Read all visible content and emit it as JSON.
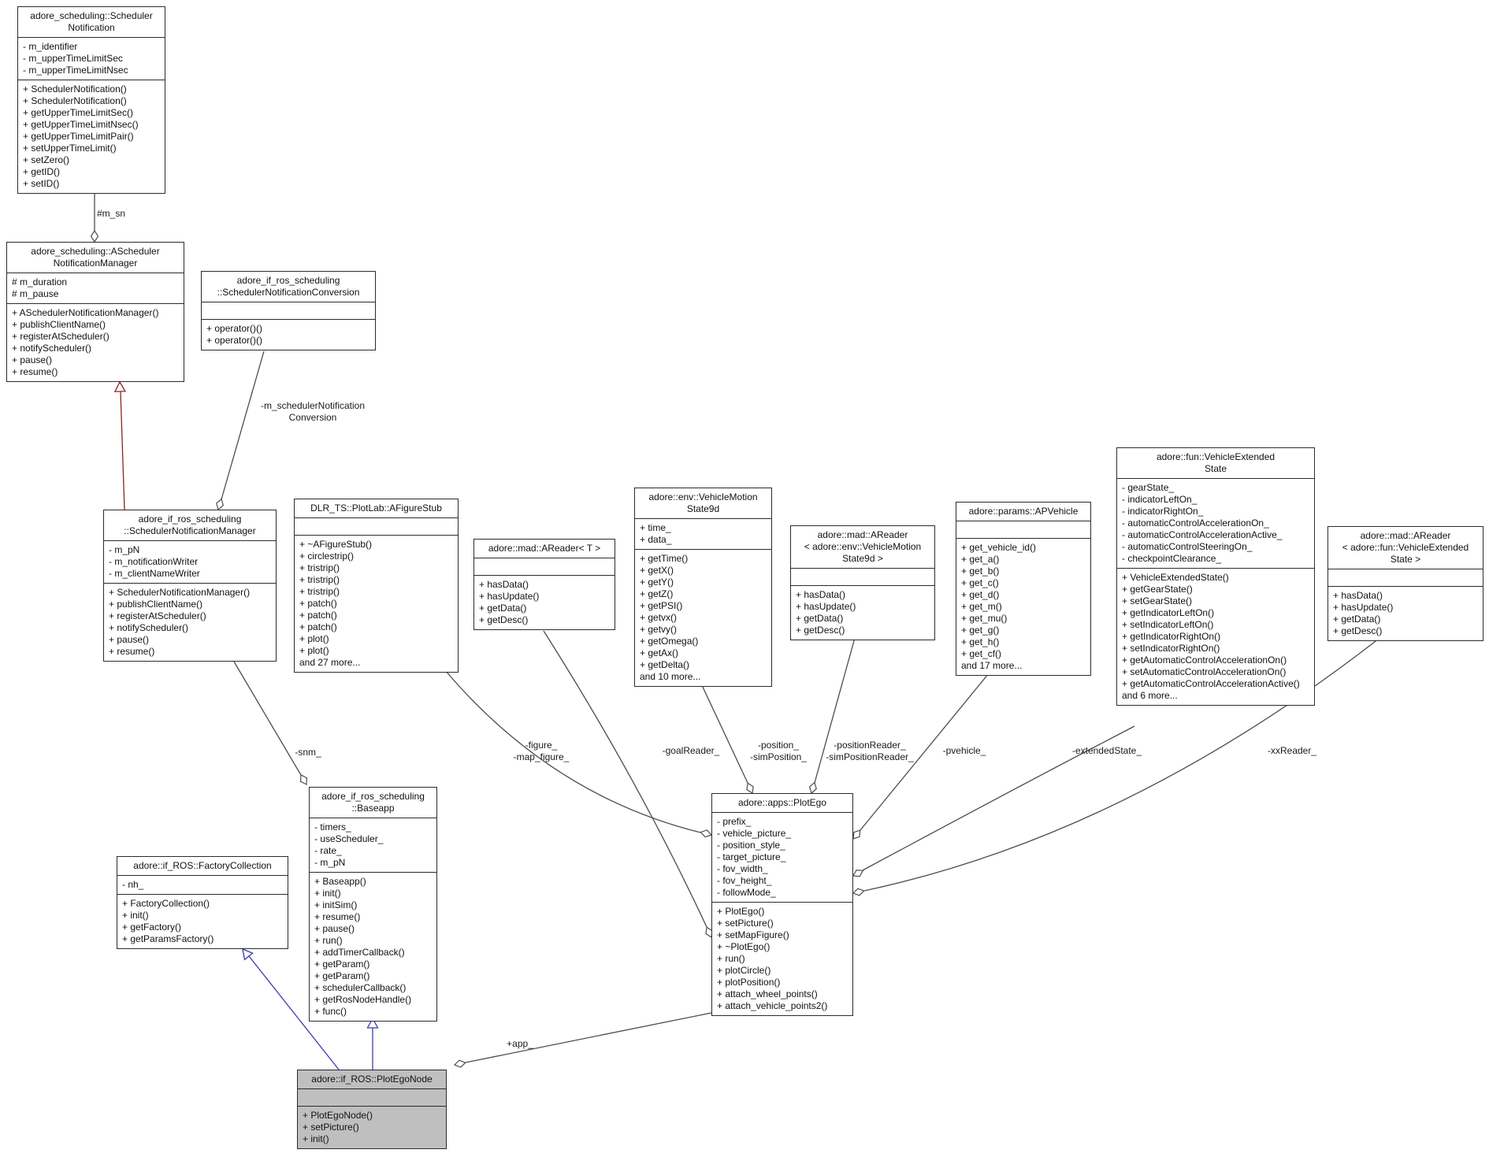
{
  "colors": {
    "line": "#4c4c4c",
    "box_border": "#2b2b2b",
    "generalization_red": "#8b2323",
    "generalization_blue": "#3b3bac",
    "highlight_fill": "#bfbfbf"
  },
  "diagram": {
    "classes": [
      {
        "id": "scheduler-notification",
        "title_lines": [
          "adore_scheduling::Scheduler",
          "Notification"
        ],
        "attributes": [
          "- m_identifier",
          "- m_upperTimeLimitSec",
          "- m_upperTimeLimitNsec"
        ],
        "methods": [
          "+ SchedulerNotification()",
          "+ SchedulerNotification()",
          "+ getUpperTimeLimitSec()",
          "+ getUpperTimeLimitNsec()",
          "+ getUpperTimeLimitPair()",
          "+ setUpperTimeLimit()",
          "+ setZero()",
          "+ getID()",
          "+ setID()"
        ]
      },
      {
        "id": "ascheduler-notification-manager",
        "title_lines": [
          "adore_scheduling::AScheduler",
          "NotificationManager"
        ],
        "attributes": [
          "# m_duration",
          "# m_pause"
        ],
        "methods": [
          "+ ASchedulerNotificationManager()",
          "+ publishClientName()",
          "+ registerAtScheduler()",
          "+ notifyScheduler()",
          "+ pause()",
          "+ resume()"
        ]
      },
      {
        "id": "scheduler-notification-conversion",
        "title_lines": [
          "adore_if_ros_scheduling",
          "::SchedulerNotificationConversion"
        ],
        "attributes": [],
        "methods": [
          "+ operator()()",
          "+ operator()()"
        ]
      },
      {
        "id": "scheduler-notification-manager",
        "title_lines": [
          "adore_if_ros_scheduling",
          "::SchedulerNotificationManager"
        ],
        "attributes": [
          "- m_pN",
          "- m_notificationWriter",
          "- m_clientNameWriter"
        ],
        "methods": [
          "+ SchedulerNotificationManager()",
          "+ publishClientName()",
          "+ registerAtScheduler()",
          "+ notifyScheduler()",
          "+ pause()",
          "+ resume()"
        ]
      },
      {
        "id": "afigure-stub",
        "title_lines": [
          "DLR_TS::PlotLab::AFigureStub"
        ],
        "attributes": [],
        "methods": [
          "+ ~AFigureStub()",
          "+ circlestrip()",
          "+ tristrip()",
          "+ tristrip()",
          "+ tristrip()",
          "+ patch()",
          "+ patch()",
          "+ patch()",
          "+ plot()",
          "+ plot()",
          "and 27 more..."
        ]
      },
      {
        "id": "areader-t",
        "title_lines": [
          "adore::mad::AReader< T >"
        ],
        "attributes": [],
        "methods": [
          "+ hasData()",
          "+ hasUpdate()",
          "+ getData()",
          "+ getDesc()"
        ]
      },
      {
        "id": "vehicle-motion-state9d",
        "title_lines": [
          "adore::env::VehicleMotion",
          "State9d"
        ],
        "attributes": [
          "+ time_",
          "+ data_"
        ],
        "methods": [
          "+ getTime()",
          "+ getX()",
          "+ getY()",
          "+ getZ()",
          "+ getPSI()",
          "+ getvx()",
          "+ getvy()",
          "+ getOmega()",
          "+ getAx()",
          "+ getDelta()",
          "and 10 more..."
        ]
      },
      {
        "id": "areader-vehicle-motion-state9d",
        "title_lines": [
          "adore::mad::AReader",
          "< adore::env::VehicleMotion",
          "State9d >"
        ],
        "attributes": [],
        "methods": [
          "+ hasData()",
          "+ hasUpdate()",
          "+ getData()",
          "+ getDesc()"
        ]
      },
      {
        "id": "apvehicle",
        "title_lines": [
          "adore::params::APVehicle"
        ],
        "attributes": [],
        "methods": [
          "+ get_vehicle_id()",
          "+ get_a()",
          "+ get_b()",
          "+ get_c()",
          "+ get_d()",
          "+ get_m()",
          "+ get_mu()",
          "+ get_g()",
          "+ get_h()",
          "+ get_cf()",
          "and 17 more..."
        ]
      },
      {
        "id": "vehicle-extended-state",
        "title_lines": [
          "adore::fun::VehicleExtended",
          "State"
        ],
        "attributes": [
          "- gearState_",
          "- indicatorLeftOn_",
          "- indicatorRightOn_",
          "- automaticControlAccelerationOn_",
          "- automaticControlAccelerationActive_",
          "- automaticControlSteeringOn_",
          "- checkpointClearance_"
        ],
        "methods": [
          "+ VehicleExtendedState()",
          "+ getGearState()",
          "+ setGearState()",
          "+ getIndicatorLeftOn()",
          "+ setIndicatorLeftOn()",
          "+ getIndicatorRightOn()",
          "+ setIndicatorRightOn()",
          "+ getAutomaticControlAccelerationOn()",
          "+ setAutomaticControlAccelerationOn()",
          "+ getAutomaticControlAccelerationActive()",
          "and 6 more..."
        ]
      },
      {
        "id": "areader-vehicle-extended-state",
        "title_lines": [
          "adore::mad::AReader",
          "< adore::fun::VehicleExtended",
          "State >"
        ],
        "attributes": [],
        "methods": [
          "+ hasData()",
          "+ hasUpdate()",
          "+ getData()",
          "+ getDesc()"
        ]
      },
      {
        "id": "baseapp",
        "title_lines": [
          "adore_if_ros_scheduling",
          "::Baseapp"
        ],
        "attributes": [
          "- timers_",
          "- useScheduler_",
          "- rate_",
          "- m_pN"
        ],
        "methods": [
          "+ Baseapp()",
          "+ init()",
          "+ initSim()",
          "+ resume()",
          "+ pause()",
          "+ run()",
          "+ addTimerCallback()",
          "+ getParam()",
          "+ getParam()",
          "+ schedulerCallback()",
          "+ getRosNodeHandle()",
          "+ func()"
        ]
      },
      {
        "id": "factory-collection",
        "title_lines": [
          "adore::if_ROS::FactoryCollection"
        ],
        "attributes": [
          "- nh_"
        ],
        "methods": [
          "+ FactoryCollection()",
          "+ init()",
          "+ getFactory()",
          "+ getParamsFactory()"
        ]
      },
      {
        "id": "plot-ego",
        "title_lines": [
          "adore::apps::PlotEgo"
        ],
        "attributes": [
          "- prefix_",
          "- vehicle_picture_",
          "- position_style_",
          "- target_picture_",
          "- fov_width_",
          "- fov_height_",
          "- followMode_"
        ],
        "methods": [
          "+ PlotEgo()",
          "+ setPicture()",
          "+ setMapFigure()",
          "+ ~PlotEgo()",
          "+ run()",
          "+ plotCircle()",
          "+ plotPosition()",
          "+ attach_wheel_points()",
          "+ attach_vehicle_points2()"
        ]
      },
      {
        "id": "plot-ego-node",
        "title_lines": [
          "adore::if_ROS::PlotEgoNode"
        ],
        "attributes": [],
        "methods": [
          "+ PlotEgoNode()",
          "+ setPicture()",
          "+ init()"
        ],
        "highlighted": true
      }
    ],
    "edges": [
      {
        "id": "m-sn",
        "from": "scheduler-notification",
        "to": "ascheduler-notification-manager",
        "kind": "aggregation",
        "color": "line",
        "label": [
          "#m_sn"
        ]
      },
      {
        "id": "generalization-scheduler-notification-manager",
        "from": "scheduler-notification-manager",
        "to": "ascheduler-notification-manager",
        "kind": "generalization",
        "color": "red",
        "label": []
      },
      {
        "id": "m-scheduler-notification-conversion",
        "from": "scheduler-notification-conversion",
        "to": "scheduler-notification-manager",
        "kind": "aggregation",
        "color": "line",
        "label": [
          "-m_schedulerNotification",
          "Conversion"
        ]
      },
      {
        "id": "snm",
        "from": "scheduler-notification-manager",
        "to": "baseapp",
        "kind": "aggregation",
        "color": "line",
        "label": [
          "-snm_"
        ]
      },
      {
        "id": "figure",
        "from": "afigure-stub",
        "to": "plot-ego",
        "kind": "aggregation",
        "color": "line",
        "label": [
          "-figure_",
          "-map_figure_"
        ]
      },
      {
        "id": "goal-reader",
        "from": "areader-t",
        "to": "plot-ego",
        "kind": "aggregation",
        "color": "line",
        "label": [
          "-goalReader_"
        ]
      },
      {
        "id": "position",
        "from": "vehicle-motion-state9d",
        "to": "plot-ego",
        "kind": "aggregation",
        "color": "line",
        "label": [
          "-position_",
          "-simPosition_"
        ]
      },
      {
        "id": "position-reader",
        "from": "areader-vehicle-motion-state9d",
        "to": "plot-ego",
        "kind": "aggregation",
        "color": "line",
        "label": [
          "-positionReader_",
          "-simPositionReader_"
        ]
      },
      {
        "id": "pvehicle",
        "from": "apvehicle",
        "to": "plot-ego",
        "kind": "aggregation",
        "color": "line",
        "label": [
          "-pvehicle_"
        ]
      },
      {
        "id": "extended-state",
        "from": "vehicle-extended-state",
        "to": "plot-ego",
        "kind": "aggregation",
        "color": "line",
        "label": [
          "-extendedState_"
        ]
      },
      {
        "id": "xx-reader",
        "from": "areader-vehicle-extended-state",
        "to": "plot-ego",
        "kind": "aggregation",
        "color": "line",
        "label": [
          "-xxReader_"
        ]
      },
      {
        "id": "app",
        "from": "plot-ego-node",
        "to": "plot-ego",
        "kind": "aggregation",
        "color": "line",
        "label": [
          "+app_"
        ]
      },
      {
        "id": "generalization-factory",
        "from": "plot-ego-node",
        "to": "factory-collection",
        "kind": "generalization",
        "color": "blue",
        "label": []
      },
      {
        "id": "generalization-baseapp",
        "from": "plot-ego-node",
        "to": "baseapp",
        "kind": "generalization",
        "color": "blue",
        "label": []
      }
    ]
  }
}
